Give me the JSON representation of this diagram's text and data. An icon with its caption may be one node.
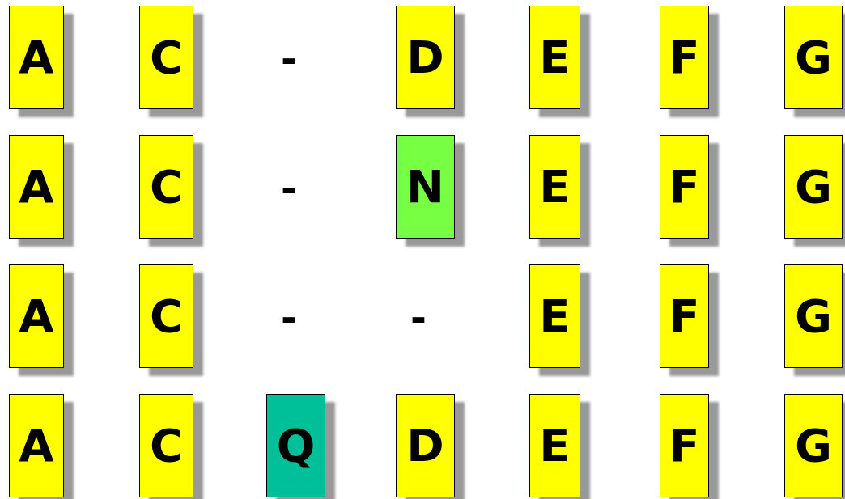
{
  "diagram": {
    "nodes": [
      {
        "text": [
          "A"
        ]
      },
      {
        "text": [
          "C"
        ]
      },
      {
        "text": [
          "D"
        ]
      },
      {
        "text": [
          "E"
        ]
      },
      {
        "text": [
          "F"
        ]
      },
      {
        "text": [
          "G"
        ]
      },
      {
        "text": [
          "A"
        ]
      },
      {
        "text": [
          "C"
        ]
      },
      {
        "text": [
          "N"
        ]
      },
      {
        "text": [
          "E"
        ]
      },
      {
        "text": [
          "F"
        ]
      },
      {
        "text": [
          "G"
        ]
      },
      {
        "text": [
          "A"
        ]
      },
      {
        "text": [
          "C"
        ]
      },
      {
        "text": [
          "E"
        ]
      },
      {
        "text": [
          "F"
        ]
      },
      {
        "text": [
          "G"
        ]
      },
      {
        "text": [
          "A"
        ]
      },
      {
        "text": [
          "C"
        ]
      },
      {
        "text": [
          "Q"
        ]
      },
      {
        "text": [
          "D"
        ]
      },
      {
        "text": [
          "E"
        ]
      },
      {
        "text": [
          "F"
        ]
      },
      {
        "text": [
          "G"
        ]
      }
    ],
    "labels": [
      "-",
      "-",
      "-",
      "-"
    ]
  }
}
